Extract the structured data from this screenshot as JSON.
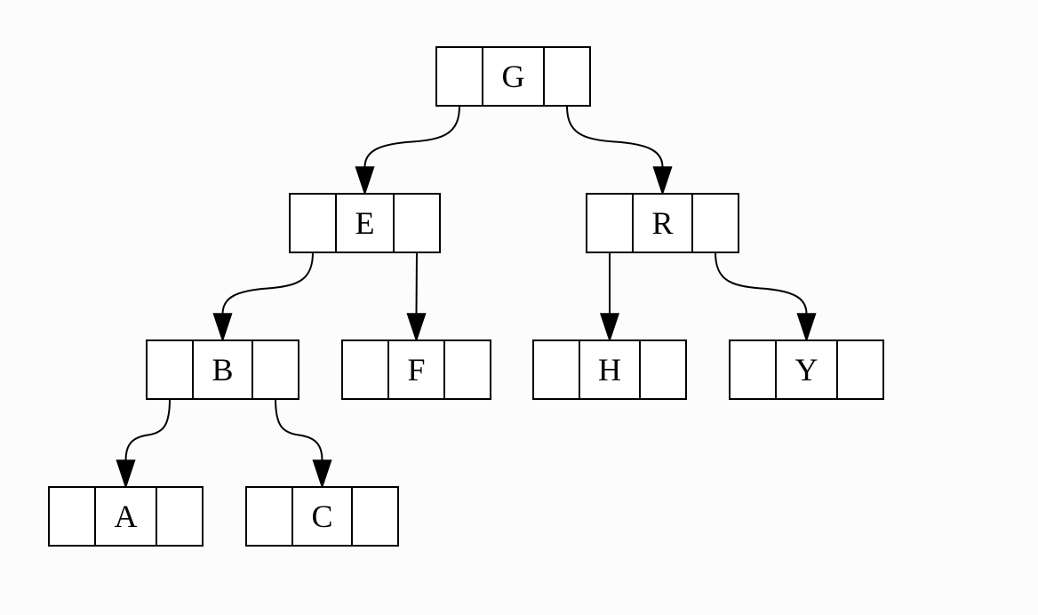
{
  "diagram": {
    "type": "binary-tree",
    "nodes": [
      {
        "id": "G",
        "label": "G"
      },
      {
        "id": "E",
        "label": "E"
      },
      {
        "id": "R",
        "label": "R"
      },
      {
        "id": "B",
        "label": "B"
      },
      {
        "id": "F",
        "label": "F"
      },
      {
        "id": "H",
        "label": "H"
      },
      {
        "id": "Y",
        "label": "Y"
      },
      {
        "id": "A",
        "label": "A"
      },
      {
        "id": "C",
        "label": "C"
      }
    ],
    "edges": [
      {
        "from": "G",
        "to": "E",
        "side": "left"
      },
      {
        "from": "G",
        "to": "R",
        "side": "right"
      },
      {
        "from": "E",
        "to": "B",
        "side": "left"
      },
      {
        "from": "E",
        "to": "F",
        "side": "right"
      },
      {
        "from": "R",
        "to": "H",
        "side": "left"
      },
      {
        "from": "R",
        "to": "Y",
        "side": "right"
      },
      {
        "from": "B",
        "to": "A",
        "side": "left"
      },
      {
        "from": "B",
        "to": "C",
        "side": "right"
      }
    ]
  }
}
